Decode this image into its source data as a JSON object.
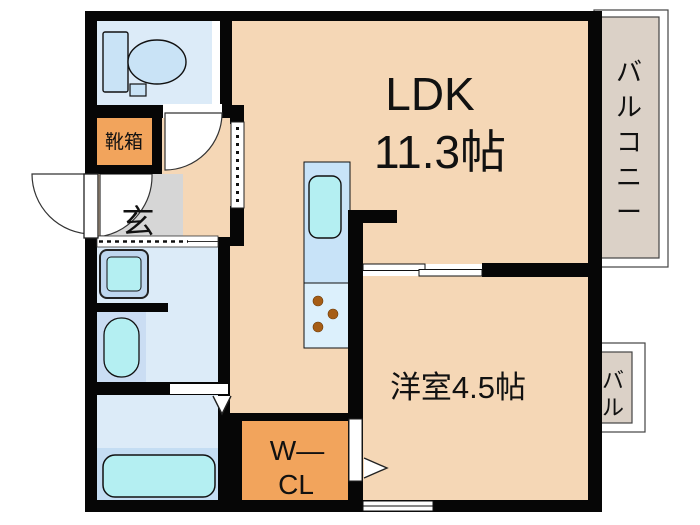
{
  "plan": {
    "ldk": {
      "line1": "LDK",
      "line2": "11.3帖"
    },
    "western_room": {
      "label": "洋室4.5帖"
    },
    "walk_in_closet": {
      "line1": "W—",
      "line2": "CL"
    },
    "genkan": {
      "label": "玄"
    },
    "shoe_box": {
      "label": "靴箱"
    },
    "balcony_main": {
      "label": "バルコニー",
      "chars": [
        "バ",
        "ル",
        "コ",
        "ニ",
        "ー"
      ]
    },
    "balcony_small": {
      "label": "バル",
      "chars": [
        "バ",
        "ル"
      ]
    }
  },
  "colors": {
    "wall": "#060606",
    "room_peach": "#F5D7B6",
    "wet_blue": "#DCEBF8",
    "fixture_cyan": "#B4EFF2",
    "fixture_blue": "#C9E3F6",
    "sink_frame": "#BFD7EE",
    "orange": "#F2A45C",
    "genkan_gray": "#D6D6D6",
    "balcony_beige": "#DBD1C7",
    "kitchen_upper": "#C8E3F8",
    "kitchen_lower": "#DCF0FC",
    "washer_nook": "#CADDF3",
    "bath_strip": "#C4DDF3",
    "burner_brown": "#A65D15",
    "white": "#FFFFFF"
  }
}
